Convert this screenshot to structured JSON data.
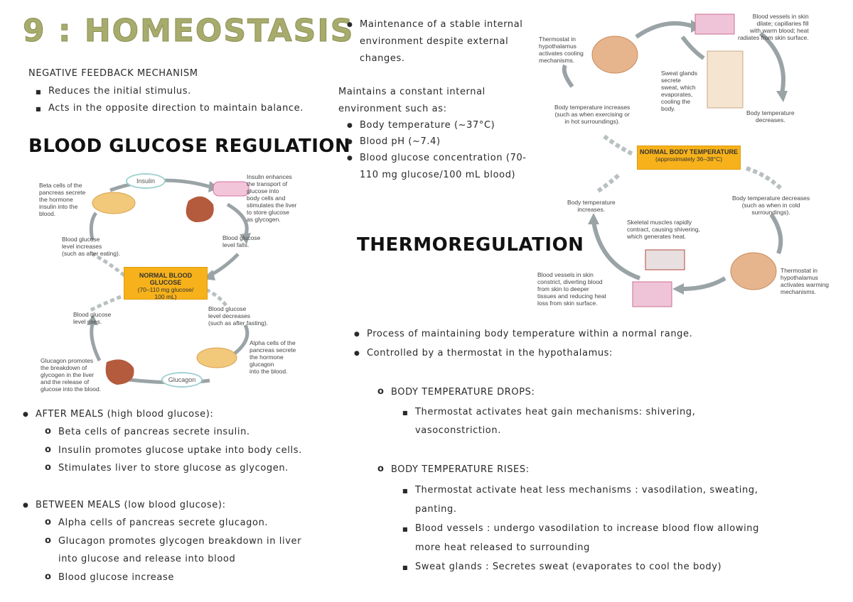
{
  "title": "9 : HOMEOSTASIS",
  "intro": {
    "bullet1_lines": [
      "Maintenance of a stable internal",
      "environment despite external",
      "changes."
    ],
    "maintains_lines": [
      "Maintains a constant internal",
      "environment such as:"
    ],
    "examples": [
      "Body temperature (~37°C)",
      "Blood pH (~7.4)",
      "Blood glucose concentration (70-"
    ],
    "example_cont": "110 mg glucose/100 mL blood)"
  },
  "negative_feedback": {
    "heading": "NEGATIVE FEEDBACK MECHANISM",
    "items": [
      "Reduces the initial stimulus.",
      "Acts in the opposite direction to maintain balance."
    ]
  },
  "glucose": {
    "heading": "BLOOD GLUCOSE REGULATION",
    "after_heading": "AFTER MEALS (high blood glucose):",
    "after_items": [
      "Beta cells of pancreas secrete insulin.",
      "Insulin promotes glucose uptake into body cells.",
      "Stimulates liver to store glucose as glycogen."
    ],
    "between_heading": "BETWEEN MEALS (low blood glucose):",
    "between_items": [
      "Alpha cells of pancreas secrete glucagon.",
      "Glucagon promotes glycogen breakdown in liver",
      "into glucose and release into blood",
      "Blood glucose increase"
    ],
    "diagram": {
      "insulin": "Insulin",
      "glucagon": "Glucagon",
      "beta": "Beta cells of the\npancreas secrete\nthe hormone\ninsulin into the\nblood.",
      "insulin_enhances": "Insulin enhances\nthe transport of\nglucose into\nbody cells and\nstimulates the liver\nto store glucose\nas glycogen.",
      "falls": "Blood glucose\nlevel falls.",
      "increases": "Blood glucose\nlevel increases\n(such as after eating).",
      "box_title": "NORMAL BLOOD GLUCOSE",
      "box_sub": "(70–110 mg glucose/\n100 mL)",
      "decreases": "Blood glucose\nlevel decreases\n(such as after fasting).",
      "rises": "Blood glucose\nlevel rises.",
      "alpha": "Alpha cells of the\npancreas secrete\nthe hormone\nglucagon\ninto the blood.",
      "glucagon_promotes": "Glucagon promotes\nthe breakdown of\nglycogen in the liver\nand the release of\nglucose into the blood."
    }
  },
  "thermo": {
    "heading": "THERMOREGULATION",
    "items": [
      "Process of maintaining body temperature within a normal range.",
      "Controlled by a thermostat in the hypothalamus:"
    ],
    "drops_heading": "BODY TEMPERATURE DROPS:",
    "drops_items": [
      "Thermostat activates heat gain mechanisms: shivering,",
      "vasoconstriction."
    ],
    "rises_heading": "BODY TEMPERATURE RISES:",
    "rises_items": [
      "Thermostat activate heat less mechanisms : vasodilation, sweating,",
      "panting.",
      "Blood vessels : undergo vasodilation to increase blood flow allowing",
      "more heat released to surrounding",
      "Sweat glands : Secretes sweat (evaporates to cool the body)"
    ],
    "diagram": {
      "thermo_cool": "Thermostat in\nhypothalamus\nactivates cooling\nmechanisms.",
      "vessels_dilate": "Blood vessels in skin\ndilate; capillaries fill\nwith warm blood; heat\nradiates from skin surface.",
      "sweat": "Sweat glands\nsecrete\nsweat, which\nevaporates,\ncooling the\nbody.",
      "temp_inc_cause": "Body temperature increases\n(such as when exercising or\nin hot surroundings).",
      "temp_decreases": "Body temperature\ndecreases.",
      "box_title": "NORMAL BODY TEMPERATURE",
      "box_sub": "(approximately 36–38°C)",
      "temp_increases": "Body temperature\nincreases.",
      "temp_dec_cause": "Body temperature decreases\n(such as when in cold\nsurroundings).",
      "shiver": "Skeletal muscles rapidly\ncontract, causing shivering,\nwhich generates heat.",
      "constrict": "Blood vessels in skin\nconstrict, diverting blood\nfrom skin to deeper\ntissues and reducing heat\nloss from skin surface.",
      "thermo_warm": "Thermostat in\nhypothalamus\nactivates warming\nmechanisms."
    }
  }
}
